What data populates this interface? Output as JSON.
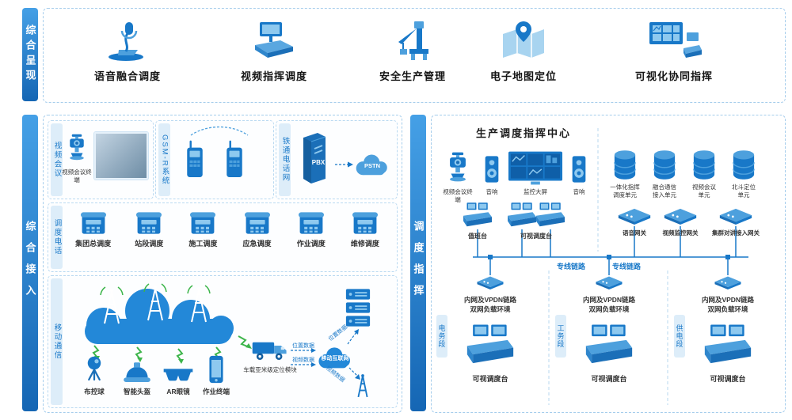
{
  "presentation": {
    "side_label": "综合呈现",
    "items": [
      {
        "label": "语音融合调度"
      },
      {
        "label": "视频指挥调度"
      },
      {
        "label": "安全生产管理"
      },
      {
        "label": "电子地图定位"
      },
      {
        "label": "可视化协同指挥"
      }
    ]
  },
  "access": {
    "side_label": "综合接入",
    "video_conf": {
      "label": "视频会议",
      "terminal": "视频会议终端"
    },
    "gsmr": {
      "label": "GSM-R系统"
    },
    "tietong": {
      "label": "铁通电话网",
      "pbx": "PBX",
      "pstn": "PSTN"
    },
    "dispatch_phone": {
      "label": "调度电话",
      "phones": [
        {
          "label": "集团总调度"
        },
        {
          "label": "站段调度"
        },
        {
          "label": "施工调度"
        },
        {
          "label": "应急调度"
        },
        {
          "label": "作业调度"
        },
        {
          "label": "维修调度"
        }
      ]
    },
    "mobile": {
      "label": "移动通信",
      "devices": [
        {
          "label": "布控球"
        },
        {
          "label": "智能头盔"
        },
        {
          "label": "AR眼镜"
        },
        {
          "label": "作业终端"
        }
      ],
      "vehicle": "车载亚米级定位模块",
      "pos_data": "位置数据",
      "video_data": "视频数据",
      "internet_cloud": "移动互联网"
    }
  },
  "command": {
    "side_label": "调度指挥",
    "title": "生产调度指挥中心",
    "equipment": [
      {
        "label": "视频会议终端"
      },
      {
        "label": "音响"
      },
      {
        "label": "监控大屏"
      },
      {
        "label": "音响"
      }
    ],
    "units": [
      {
        "line1": "一体化指挥",
        "line2": "调度单元"
      },
      {
        "line1": "融合通信",
        "line2": "接入单元"
      },
      {
        "line1": "视频会议",
        "line2": "单元"
      },
      {
        "line1": "北斗定位",
        "line2": "单元"
      }
    ],
    "duty_console": "值班台",
    "visual_console": "可视调度台",
    "gateways": [
      {
        "label": "语音网关"
      },
      {
        "label": "视频监控网关"
      },
      {
        "label": "集群对讲接入网关"
      }
    ],
    "line_label_left": "专线链路",
    "line_label_right": "专线链路",
    "sections": [
      {
        "name": "电务段",
        "env1": "内网及VPDN链路",
        "env2": "双网负载环境",
        "console": "可视调度台"
      },
      {
        "name": "工务段",
        "env1": "内网及VPDN链路",
        "env2": "双网负载环境",
        "console": "可视调度台"
      },
      {
        "name": "供电段",
        "env1": "内网及VPDN链路",
        "env2": "双网负载环境",
        "console": "可视调度台"
      }
    ]
  }
}
